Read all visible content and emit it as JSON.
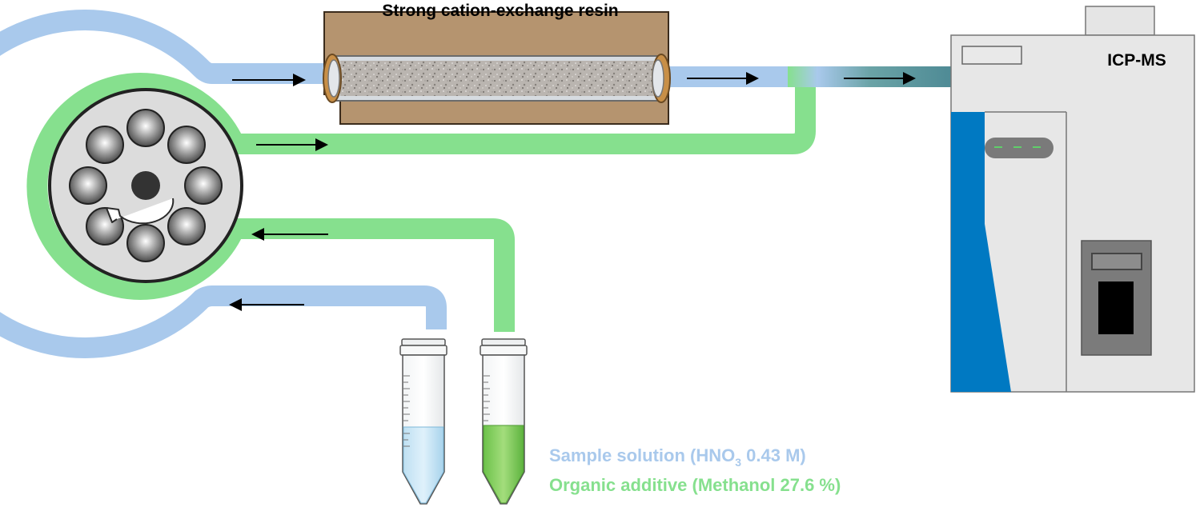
{
  "column": {
    "label": "Strong cation-exchange resin"
  },
  "instrument": {
    "label": "ICP-MS"
  },
  "legend": {
    "sample": {
      "prefix": "Sample solution (HNO",
      "subscript": "3",
      "suffix": " 0.43 M)"
    },
    "additive": {
      "text": "Organic additive (Methanol 27.6 %)"
    }
  },
  "colors": {
    "sample_line": "#a9c9ec",
    "additive_line": "#86e08e",
    "mixed_line": "#4e8a95",
    "column_body": "#b5946f",
    "resin_fill": "#b7b2ad",
    "instrument_body": "#e7e7e7",
    "instrument_accent": "#0079c2",
    "sample_label": "#a9c9ec",
    "additive_label": "#86e08e"
  },
  "icons": [
    "peristaltic-pump-icon",
    "rotation-arrow-icon",
    "flow-arrow-icon",
    "centrifuge-tube-icon",
    "icp-ms-instrument-icon",
    "resin-column-icon"
  ]
}
